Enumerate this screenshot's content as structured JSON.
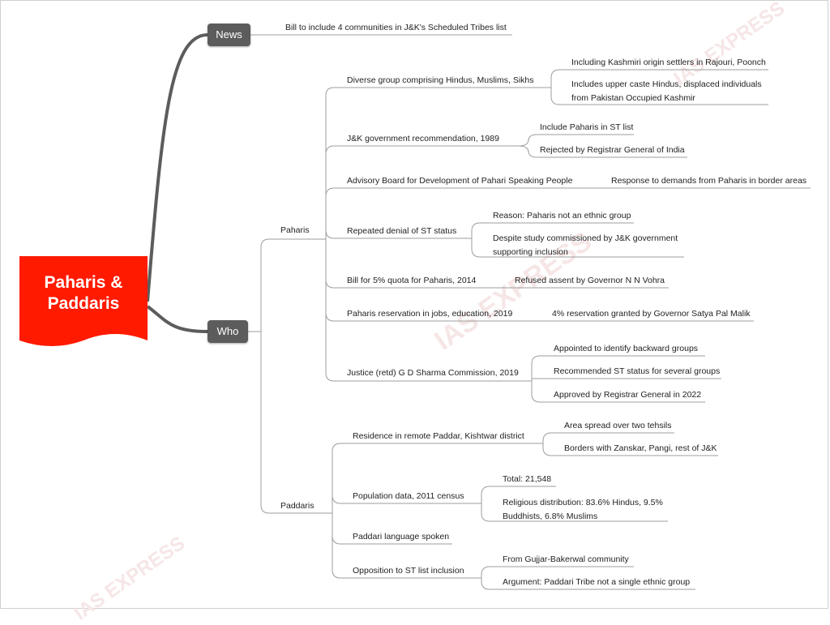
{
  "colors": {
    "root": "#ff1a00",
    "pill": "#5c5c5c",
    "branch": "#5c5c5c",
    "line": "#9e9e9e"
  },
  "root": {
    "title": "Paharis & Paddaris"
  },
  "news": {
    "label": "News",
    "item": "Bill to include 4 communities in J&K's Scheduled Tribes list"
  },
  "who": {
    "label": "Who",
    "paharis": {
      "label": "Paharis",
      "topics": [
        {
          "label": "Diverse group comprising Hindus, Muslims, Sikhs",
          "details": [
            "Including Kashmiri origin settlers in Rajouri, Poonch",
            "Includes upper caste Hindus, displaced individuals from Pakistan Occupied Kashmir"
          ]
        },
        {
          "label": "J&K government recommendation, 1989",
          "details": [
            "Include Paharis in ST list",
            "Rejected by Registrar General of India"
          ]
        },
        {
          "label": "Advisory Board for Development of Pahari Speaking People",
          "details": [
            "Response to demands from Paharis in border areas"
          ]
        },
        {
          "label": "Repeated denial of ST status",
          "details": [
            "Reason: Paharis not an ethnic group",
            "Despite study commissioned by J&K government supporting inclusion"
          ]
        },
        {
          "label": "Bill for 5% quota for Paharis, 2014",
          "details": [
            "Refused assent by Governor N N Vohra"
          ]
        },
        {
          "label": "Paharis reservation in jobs, education, 2019",
          "details": [
            "4% reservation granted by Governor Satya Pal Malik"
          ]
        },
        {
          "label": "Justice (retd) G D Sharma Commission, 2019",
          "details": [
            "Appointed to identify backward groups",
            "Recommended ST status for several groups",
            "Approved by Registrar General in 2022"
          ]
        }
      ]
    },
    "paddaris": {
      "label": "Paddaris",
      "topics": [
        {
          "label": "Residence in remote Paddar, Kishtwar district",
          "details": [
            "Area spread over two tehsils",
            "Borders with Zanskar, Pangi, rest of J&K"
          ]
        },
        {
          "label": "Population data, 2011 census",
          "details": [
            "Total: 21,548",
            "Religious distribution: 83.6% Hindus, 9.5% Buddhists, 6.8% Muslims"
          ]
        },
        {
          "label": "Paddari language spoken",
          "details": []
        },
        {
          "label": "Opposition to ST list inclusion",
          "details": [
            "From Gujjar-Bakerwal community",
            "Argument: Paddari Tribe not a single ethnic group"
          ]
        }
      ]
    }
  },
  "watermark": "IAS EXPRESS"
}
